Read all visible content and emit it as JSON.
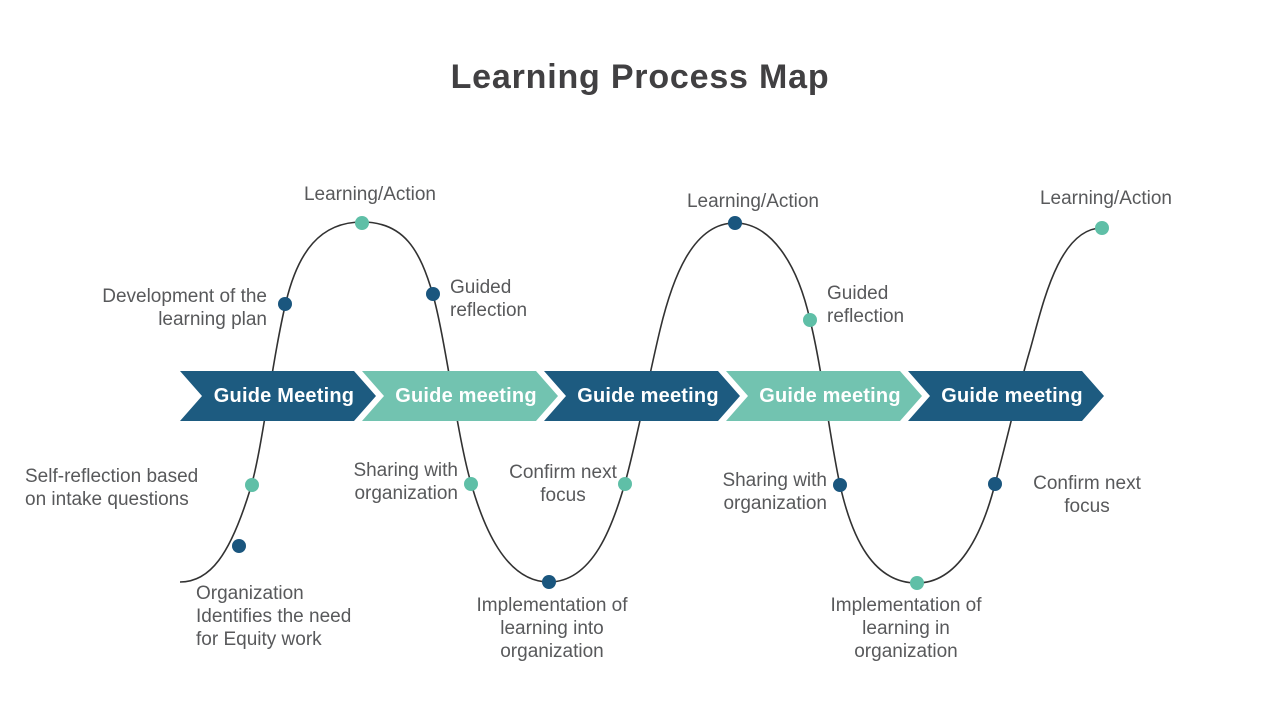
{
  "title": "Learning Process Map",
  "colors": {
    "band_dark": "#1D5B80",
    "band_teal": "#72C3B0",
    "dot_dark": "#1A567E",
    "dot_teal": "#5FBFA7",
    "curve_line": "#323232",
    "label_text": "#58595B",
    "title_text": "#414042",
    "chevron_text": "#FFFFFF"
  },
  "chevrons": [
    {
      "label": "Guide Meeting",
      "color": "dark"
    },
    {
      "label": "Guide meeting",
      "color": "teal"
    },
    {
      "label": "Guide meeting",
      "color": "dark"
    },
    {
      "label": "Guide meeting",
      "color": "teal"
    },
    {
      "label": "Guide meeting",
      "color": "dark"
    }
  ],
  "labels": [
    {
      "id": "learning-action-1",
      "text": "Learning/Action"
    },
    {
      "id": "development-plan",
      "text": "Development of the\nlearning plan"
    },
    {
      "id": "guided-reflection-1",
      "text": "Guided\nreflection"
    },
    {
      "id": "self-reflection",
      "text": "Self-reflection based\non intake questions"
    },
    {
      "id": "organization-identifies",
      "text": "Organization\nIdentifies the need\nfor Equity work"
    },
    {
      "id": "sharing-1",
      "text": "Sharing with\norganization"
    },
    {
      "id": "confirm-1",
      "text": "Confirm next\nfocus"
    },
    {
      "id": "implementation-1",
      "text": "Implementation of\nlearning into\norganization"
    },
    {
      "id": "learning-action-2",
      "text": "Learning/Action"
    },
    {
      "id": "guided-reflection-2",
      "text": "Guided\nreflection"
    },
    {
      "id": "sharing-2",
      "text": "Sharing with\norganization"
    },
    {
      "id": "implementation-2",
      "text": "Implementation of\nlearning in\norganization"
    },
    {
      "id": "confirm-2",
      "text": "Confirm next\nfocus"
    },
    {
      "id": "learning-action-3",
      "text": "Learning/Action"
    }
  ]
}
